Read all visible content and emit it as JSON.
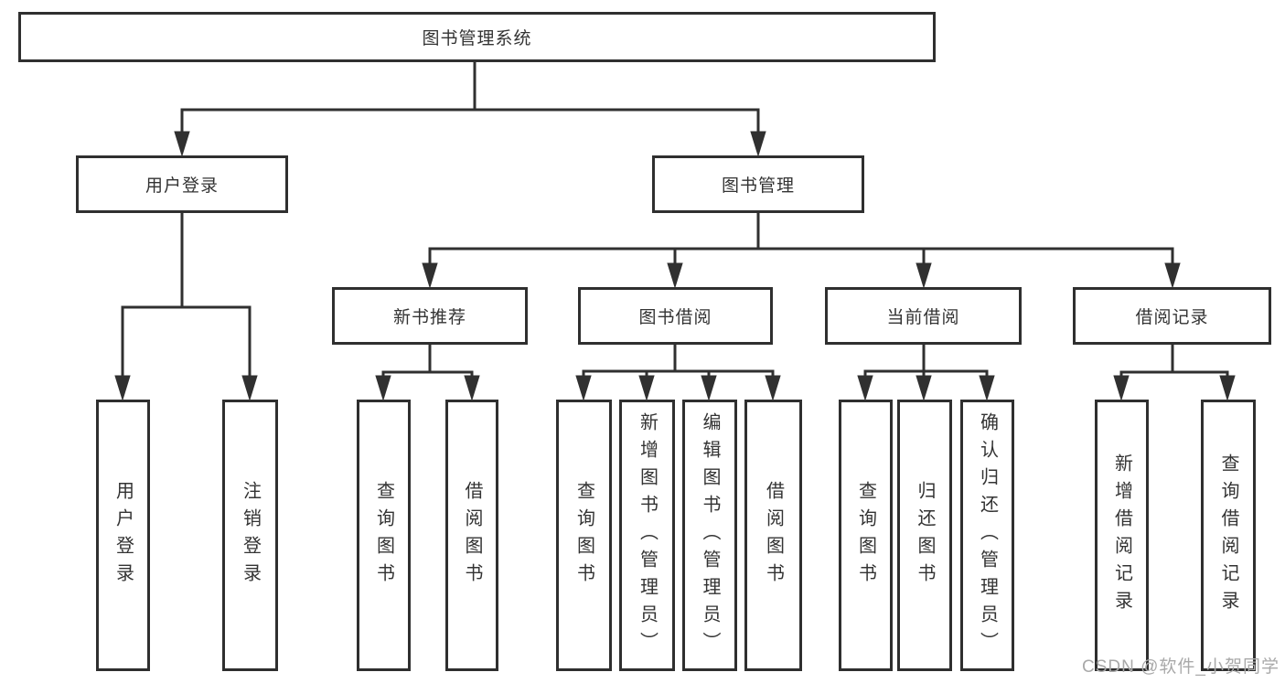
{
  "diagram": {
    "root": {
      "label": "图书管理系统"
    },
    "level2": [
      {
        "label": "用户登录",
        "children": [
          {
            "label": "用户登录"
          },
          {
            "label": "注销登录"
          }
        ]
      },
      {
        "label": "图书管理"
      }
    ],
    "level3": [
      {
        "label": "新书推荐",
        "children": [
          {
            "label": "查询图书"
          },
          {
            "label": "借阅图书"
          }
        ]
      },
      {
        "label": "图书借阅",
        "children": [
          {
            "label": "查询图书"
          },
          {
            "label": "新增图书（管理员）"
          },
          {
            "label": "编辑图书（管理员）"
          },
          {
            "label": "借阅图书"
          }
        ]
      },
      {
        "label": "当前借阅",
        "children": [
          {
            "label": "查询图书"
          },
          {
            "label": "归还图书"
          },
          {
            "label": "确认归还（管理员）"
          }
        ]
      },
      {
        "label": "借阅记录",
        "children": [
          {
            "label": "新增借阅记录"
          },
          {
            "label": "查询借阅记录"
          }
        ]
      }
    ]
  },
  "watermark": "CSDN @软件_小贺同学",
  "colors": {
    "line": "#303030",
    "box_background": "#ffffff",
    "text": "#333333",
    "watermark_text": "#a9a9a9"
  }
}
